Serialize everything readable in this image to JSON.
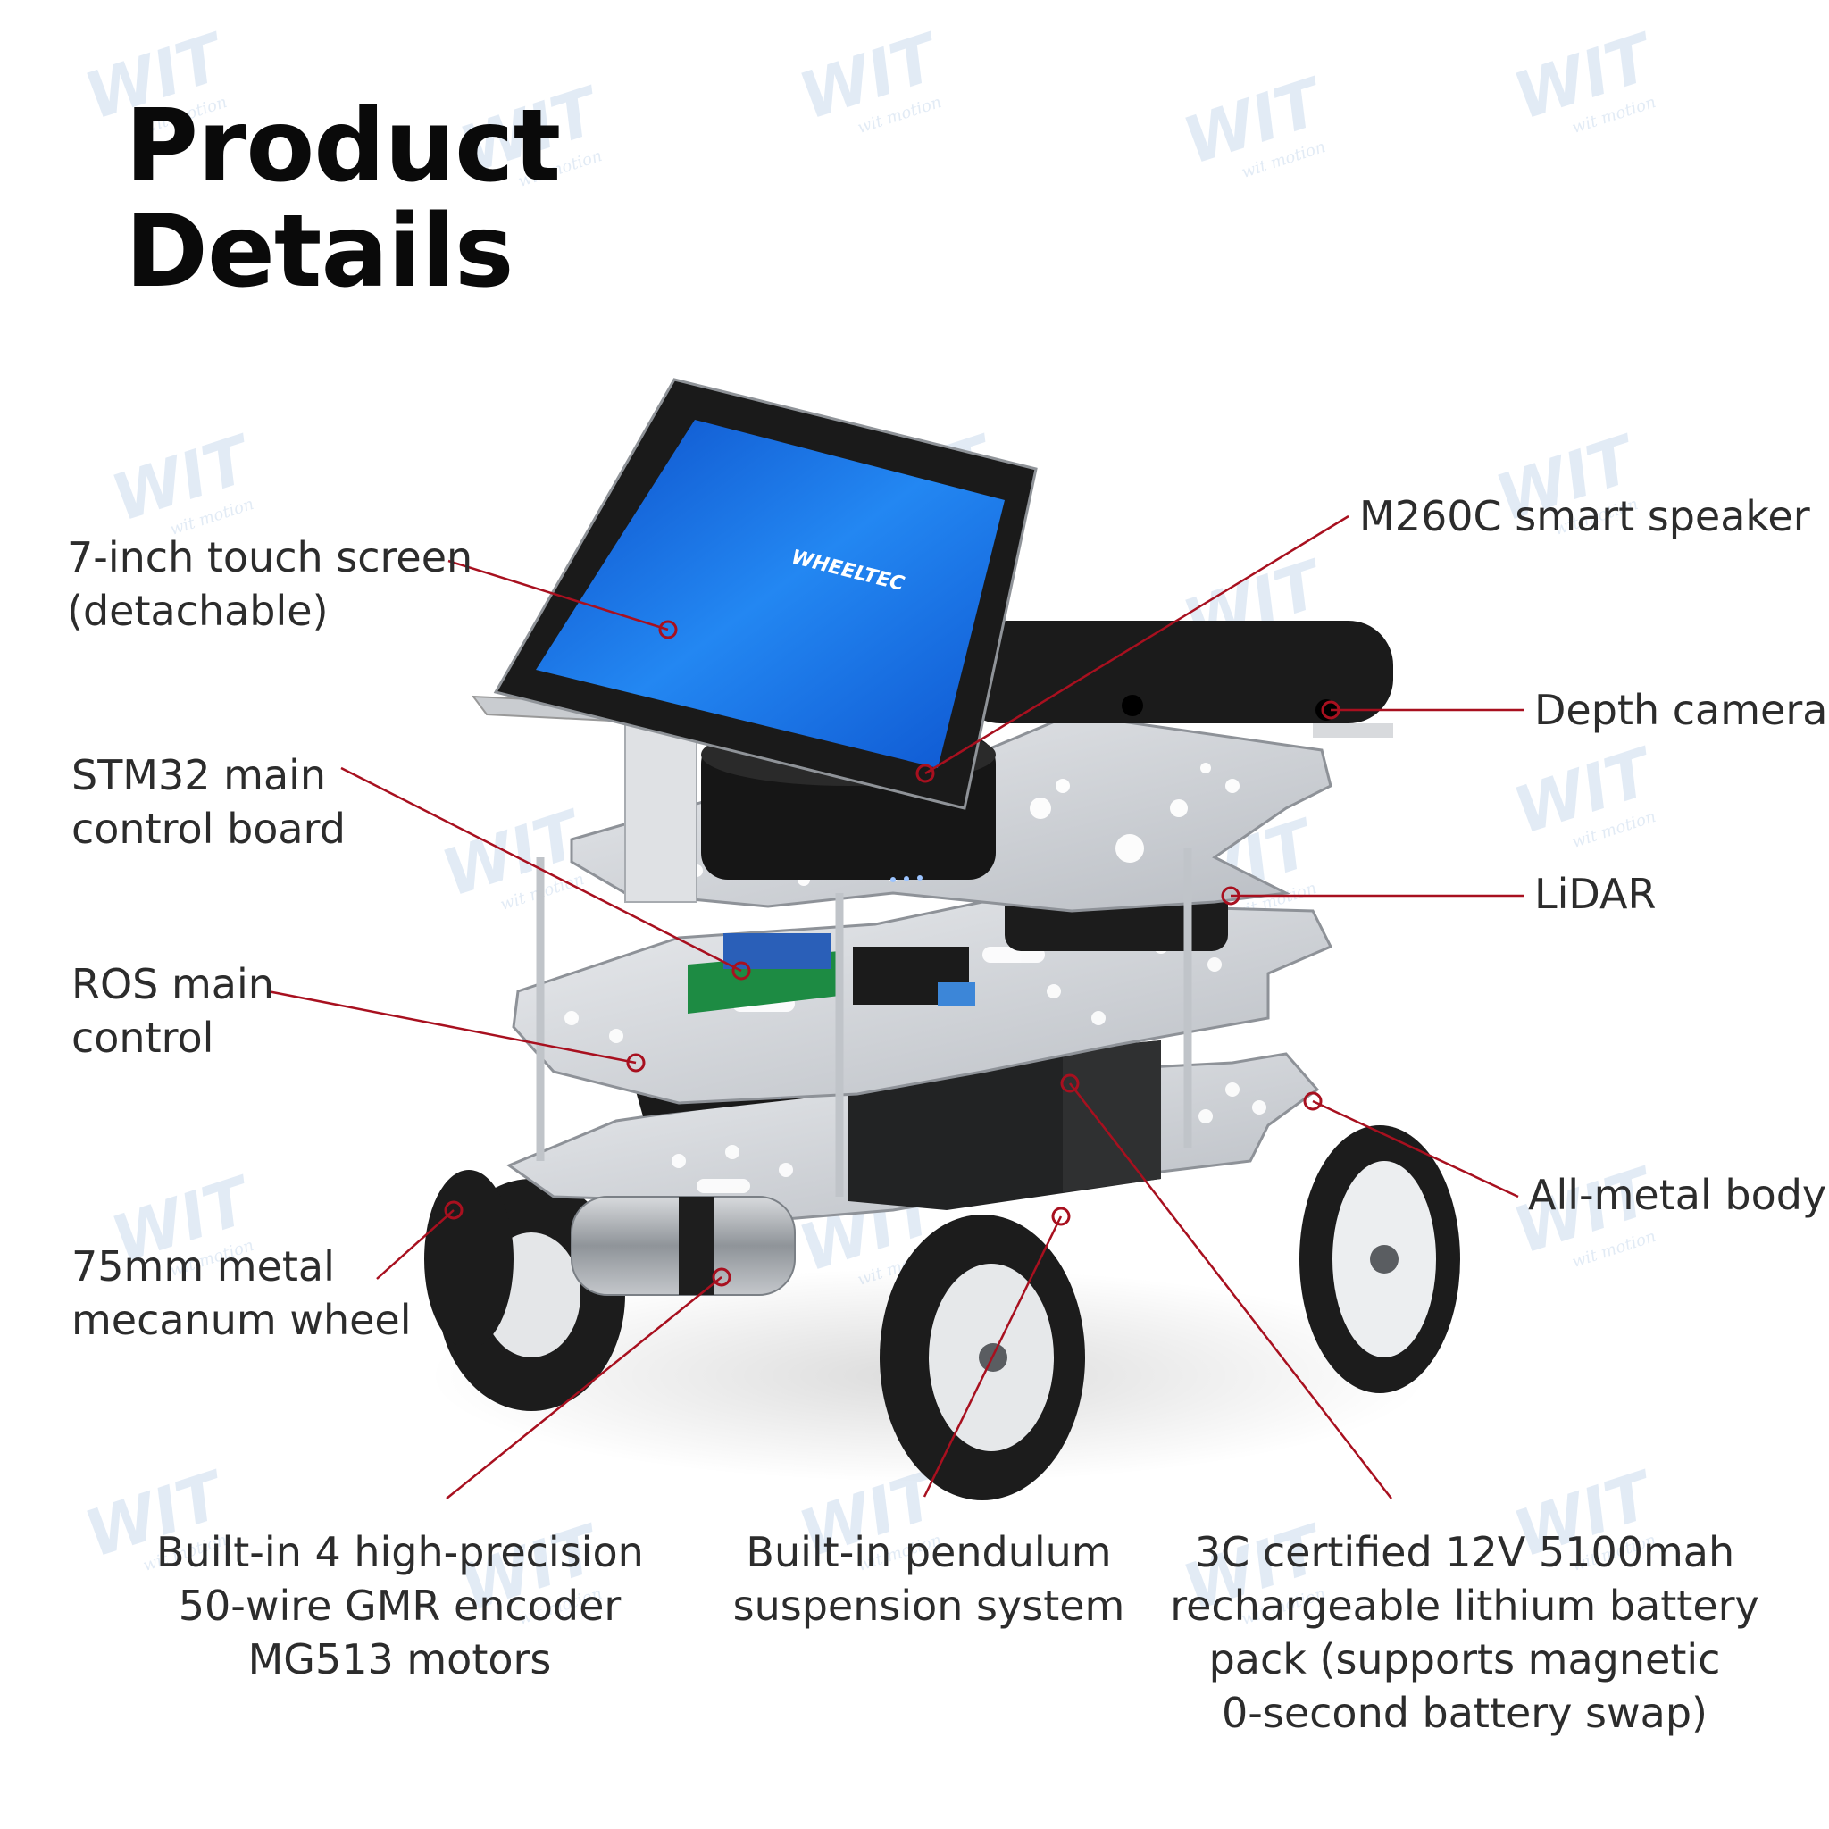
{
  "title": {
    "line1": "Product",
    "line2": "Details"
  },
  "watermark": {
    "logo_text": "WIT",
    "sub_text": "wit motion"
  },
  "screen_brand": "WHEELTEC",
  "colors": {
    "leader": "#a8101f",
    "watermark": "#4f86c8",
    "screen": "#1f77ee"
  },
  "labels": {
    "touch_screen": [
      "7-inch touch screen",
      "(detachable)"
    ],
    "stm32": [
      "STM32 main",
      "control board"
    ],
    "ros": [
      "ROS main",
      "control"
    ],
    "wheel": [
      "75mm metal",
      "mecanum wheel"
    ],
    "speaker": [
      "M260C smart speaker"
    ],
    "depth_camera": [
      "Depth camera"
    ],
    "lidar": [
      "LiDAR"
    ],
    "metal_body": [
      "All-metal body"
    ],
    "motors": [
      "Built-in 4 high-precision",
      "50-wire GMR encoder",
      "MG513 motors"
    ],
    "suspension": [
      "Built-in pendulum",
      "suspension system"
    ],
    "battery": [
      "3C certified 12V 5100mah",
      "rechargeable lithium battery",
      "pack (supports magnetic",
      "0-second battery swap)"
    ]
  }
}
